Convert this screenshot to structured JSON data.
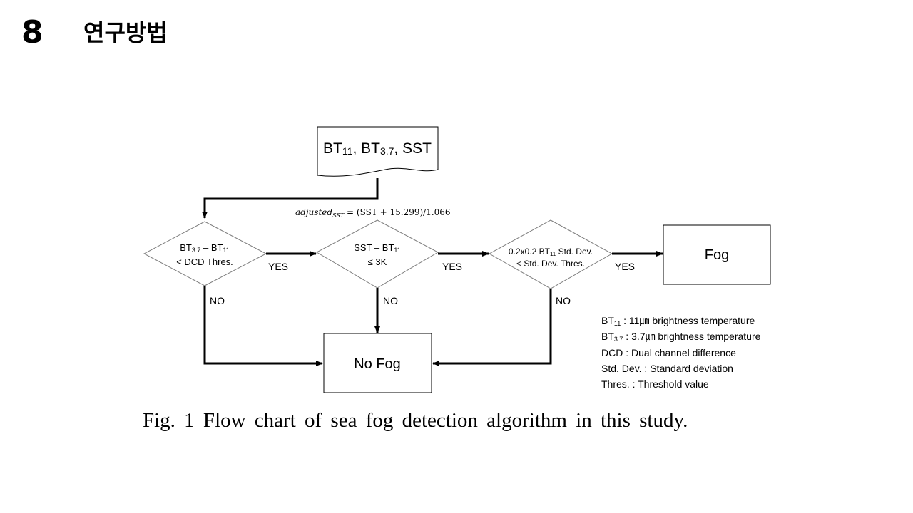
{
  "header": {
    "slide_number": "8",
    "title": "연구방법"
  },
  "flowchart": {
    "input": {
      "parts": [
        {
          "base": "BT",
          "sub": "11",
          "after": ", "
        },
        {
          "base": "BT",
          "sub": "3.7",
          "after": ", SST"
        }
      ]
    },
    "formula": {
      "lhs": "adjusted",
      "lhs_sub": "SST",
      "rhs": " = (SST + 15.299)/1.066"
    },
    "decision1": {
      "line1": {
        "a": "BT",
        "sub_a": "3.7",
        "mid": " – BT",
        "sub_b": "11"
      },
      "line2": "< DCD Thres."
    },
    "decision2": {
      "line1": {
        "a": "SST – BT",
        "sub_a": "11"
      },
      "line2": "≤ 3K"
    },
    "decision3": {
      "line1": {
        "a": "0.2x0.2 BT",
        "sub_a": "11",
        "after": " Std. Dev."
      },
      "line2": "< Std. Dev. Thres."
    },
    "outcome_yes": "Fog",
    "outcome_no": "No Fog",
    "yes_label": "YES",
    "no_label": "NO",
    "legend": [
      {
        "term": "BT",
        "sub": "11",
        "desc": " : 11㎛ brightness temperature"
      },
      {
        "term": "BT",
        "sub": "3.7",
        "desc": " : 3.7㎛ brightness temperature"
      },
      {
        "term": "DCD",
        "sub": "",
        "desc": " : Dual channel difference"
      },
      {
        "term": "Std. Dev.",
        "sub": "",
        "desc": " : Standard deviation"
      },
      {
        "term": "Thres.",
        "sub": "",
        "desc": " : Threshold value"
      }
    ]
  },
  "caption": "Fig. 1 Flow chart of sea fog detection algorithm in this study."
}
